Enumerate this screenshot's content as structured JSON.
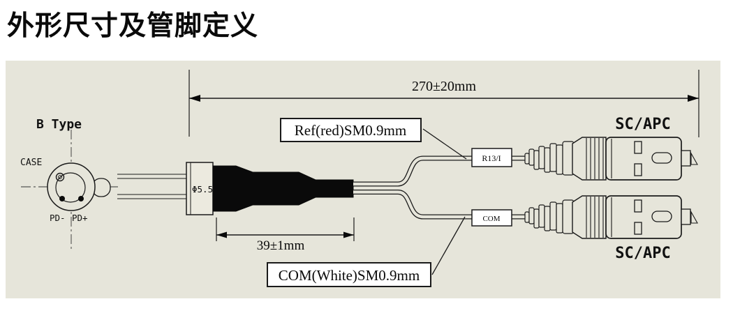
{
  "title": "外形尺寸及管脚定义",
  "diagram": {
    "colors": {
      "panel_bg": "#e6e5da",
      "line": "#0a0a0a",
      "boot_fill": "#0a0a0a",
      "callout_bg": "#ffffff"
    },
    "connector_view": {
      "type_label": "B Type",
      "case_label": "CASE",
      "pin_negative": "PD-",
      "pin_positive": "PD+"
    },
    "boot": {
      "diameter_label": "Φ5.5",
      "length_dimension": "39±1mm"
    },
    "overall_length_dimension": "270±20mm",
    "fibers": {
      "ref": {
        "callout": "Ref(red)SM0.9mm",
        "wire_tag": "R13/I",
        "connector_label": "SC/APC"
      },
      "com": {
        "callout": "COM(White)SM0.9mm",
        "wire_tag": "COM",
        "connector_label": "SC/APC"
      }
    }
  }
}
